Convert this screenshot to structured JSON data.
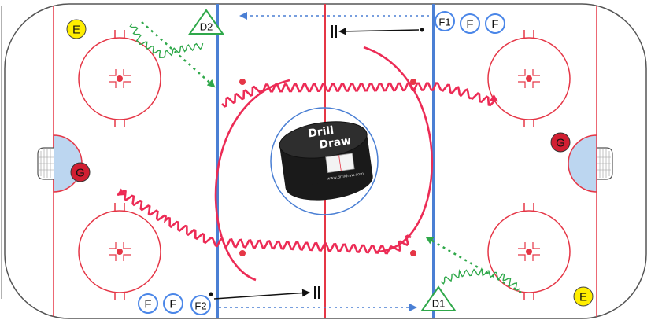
{
  "colors": {
    "red_line": "#e53646",
    "blue_line": "#4a7fd4",
    "crease": "#bcd6f0",
    "skater_path": "#ec2b55",
    "pass_green": "#2fa84a",
    "forward_outline": "#4a86e8",
    "enforcer_fill": "#ffee00",
    "goalie_fill": "#d11f32"
  },
  "players": {
    "e_top": "E",
    "e_bottom": "E",
    "d2": "D2",
    "d1": "D1",
    "f1": "F1",
    "f_top_a": "F",
    "f_top_b": "F",
    "f2": "F2",
    "f_bot_a": "F",
    "f_bot_b": "F",
    "g_left": "G",
    "g_right": "G"
  },
  "logo": {
    "line1": "Drill",
    "line2": "Draw",
    "url": "www.drilldraw.com"
  }
}
